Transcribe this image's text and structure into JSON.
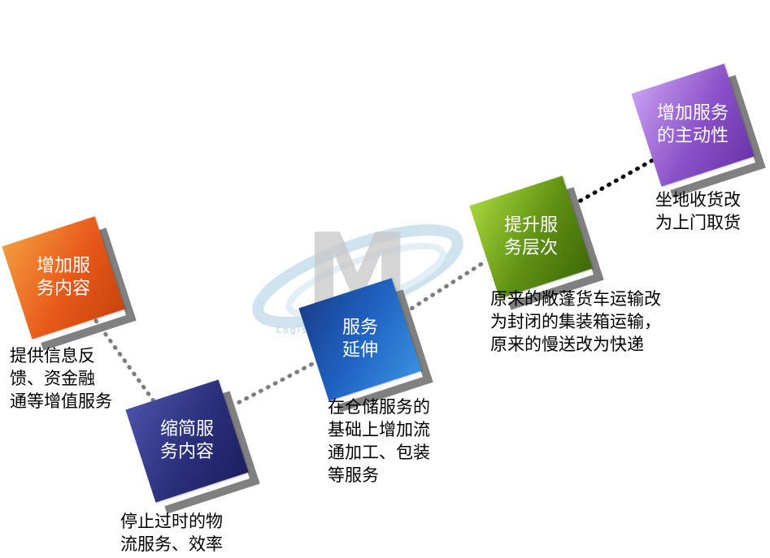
{
  "watermark": {
    "letter": "M",
    "text": "Logistics ··· Magazine"
  },
  "steps": [
    {
      "title": "增加服\n务内容",
      "description": "提供信息反\n馈、资金融\n通等增值服务",
      "color": "#e8591a"
    },
    {
      "title": "缩简服\n务内容",
      "description": "停止过时的物\n流服务、效率",
      "color": "#2a2f7a"
    },
    {
      "title": "服务\n延伸",
      "description": "在仓储服务的\n基础上增加流\n通加工、包装\n等服务",
      "color": "#1f63c2"
    },
    {
      "title": "提升服\n务层次",
      "description": "原来的敞蓬货车运输改\n为封闭的集装箱运输，\n原来的慢送改为快递",
      "color": "#5e8f12"
    },
    {
      "title": "增加服务\n的主动性",
      "description": "坐地收货改\n为上门取货",
      "color": "#8a52c8"
    }
  ]
}
